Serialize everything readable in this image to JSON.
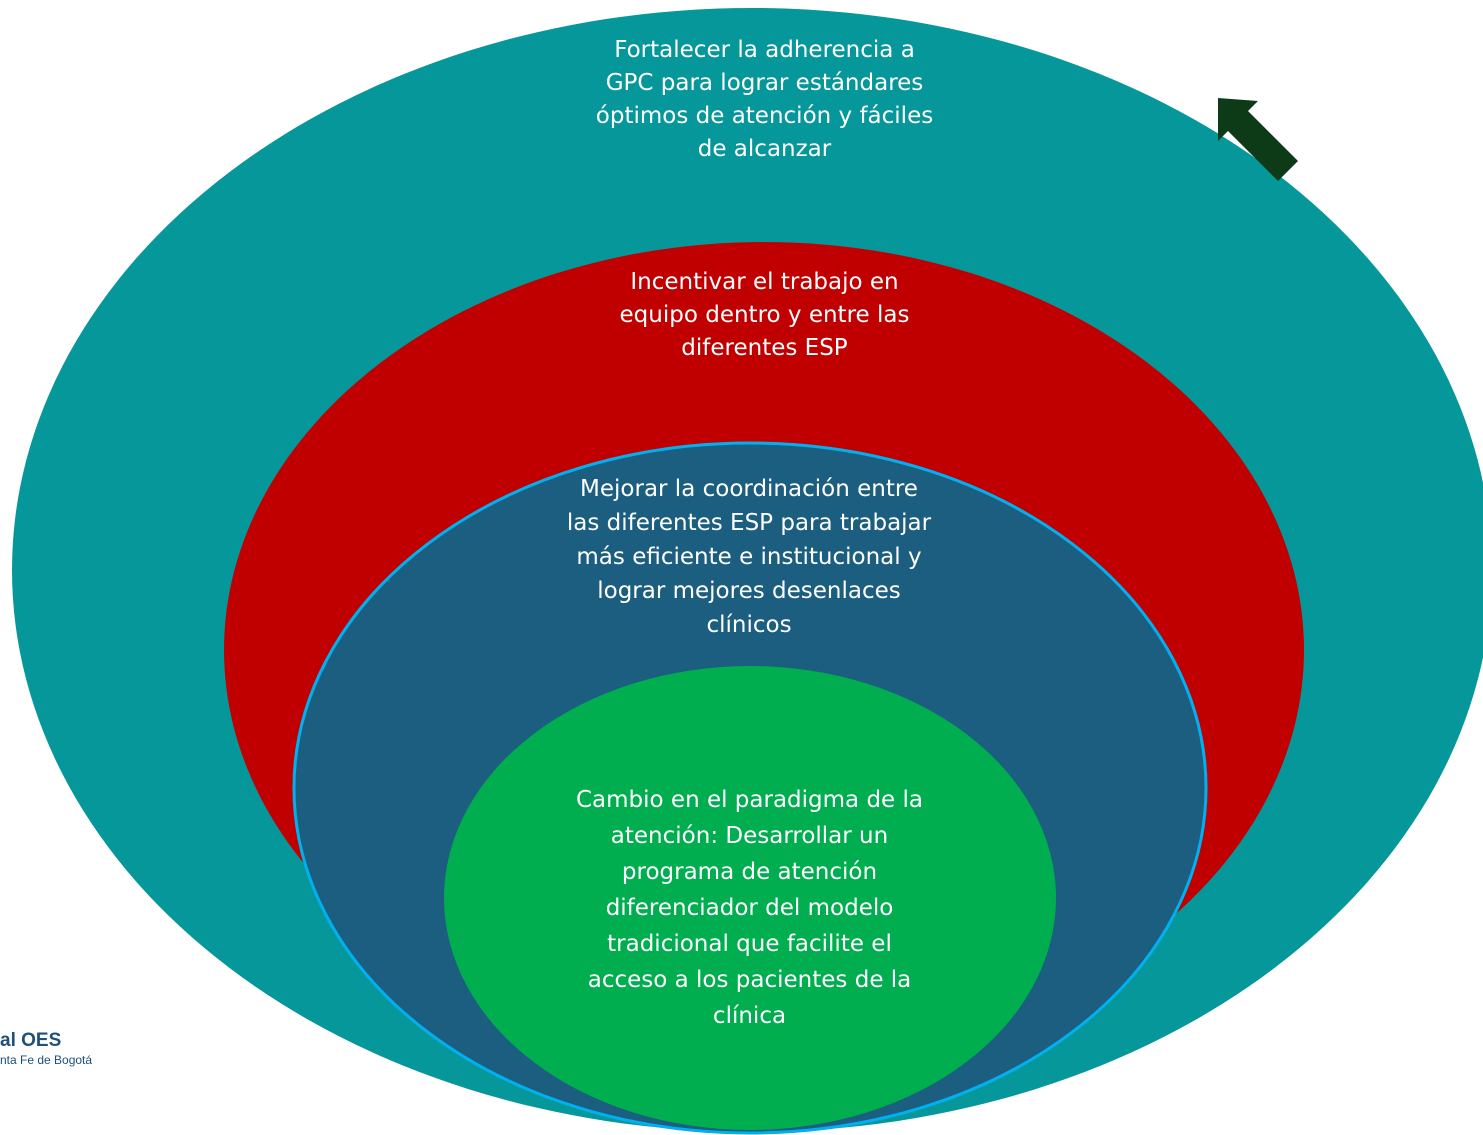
{
  "colors": {
    "outer_ring": "#06979a",
    "red_ring": "#c00000",
    "blue_ring": "#1b5e80",
    "blue_ring_outline": "#00b0f0",
    "inner_core": "#00ae50",
    "arrow": "#0e3b17",
    "text": "#ffffff"
  },
  "layers": {
    "outer": {
      "text": "Fortalecer la adherencia a\nGPC para lograr estándares\nóptimos de atención y fáciles\nde  alcanzar"
    },
    "red": {
      "text": "Incentivar el trabajo en\nequipo dentro y entre las\ndiferentes ESP"
    },
    "blue": {
      "text": "Mejorar la coordinación entre\nlas diferentes ESP para trabajar\nmás eficiente e institucional y\nlograr mejores desenlaces\nclínicos"
    },
    "core": {
      "text": "Cambio en el paradigma de la\natención: Desarrollar un\nprograma de atención\ndiferenciador del modelo\ntradicional que facilite el\nacceso a los pacientes de la\nclínica"
    }
  },
  "logo": {
    "main": "al OES",
    "sub": "nta Fe de Bogotá"
  },
  "icons": {
    "arrow": "arrow-down-left-icon"
  }
}
